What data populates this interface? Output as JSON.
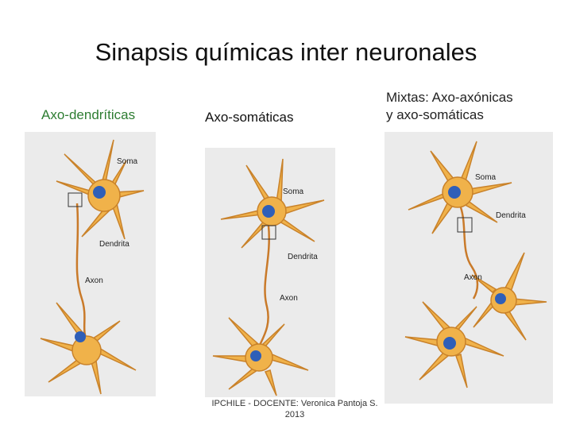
{
  "slide": {
    "title": "Sinapsis químicas inter neuronales",
    "footer_line1": "IPCHILE - DOCENTE: Veronica Pantoja S.",
    "footer_line2": "2013"
  },
  "panels": [
    {
      "label": "Axo-dendríticas",
      "label_color": "#2e7d32",
      "annotations": {
        "soma": "Soma",
        "dendrite": "Dendrita",
        "axon": "Axon"
      }
    },
    {
      "label": "Axo-somáticas",
      "label_color": "#111111",
      "annotations": {
        "soma": "Soma",
        "dendrite": "Dendrita",
        "axon": "Axon"
      }
    },
    {
      "label_line1": "Mixtas: Axo-axónicas",
      "label_line2": "y axo-somáticas",
      "label_color": "#222222",
      "annotations": {
        "soma": "Soma",
        "dendrite": "Dendrita",
        "axon": "Axon"
      }
    }
  ],
  "colors": {
    "panel_bg": "#ebebeb",
    "neuron_fill": "#f0b24a",
    "neuron_stroke": "#c9822a",
    "nucleus": "#2f5fb8",
    "axon": "#c97a2a"
  }
}
